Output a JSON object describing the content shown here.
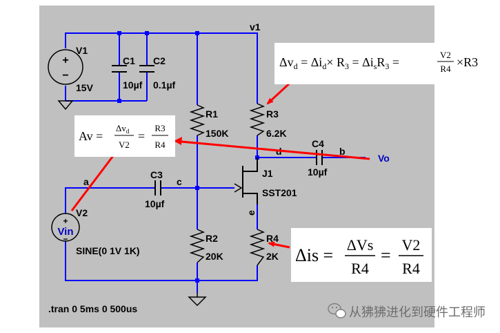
{
  "net_labels": {
    "v1": "v1",
    "a": "a",
    "b": "b",
    "c": "c",
    "d": "d",
    "e": "e",
    "vo": "Vo"
  },
  "sources": {
    "v1": {
      "name": "V1",
      "value": "15V",
      "plus": "+",
      "minus": "−"
    },
    "v2": {
      "name": "V2",
      "label": "Vin",
      "value": "SINE(0 1V 1K)",
      "plus": "+",
      "minus": "−"
    }
  },
  "capacitors": {
    "c1": {
      "name": "C1",
      "value": "10µf"
    },
    "c2": {
      "name": "C2",
      "value": "0.1µf"
    },
    "c3": {
      "name": "C3",
      "value": "10µf"
    },
    "c4": {
      "name": "C4",
      "value": "10µf"
    }
  },
  "resistors": {
    "r1": {
      "name": "R1",
      "value": "150K"
    },
    "r2": {
      "name": "R2",
      "value": "20K"
    },
    "r3": {
      "name": "R3",
      "value": "6.2K"
    },
    "r4": {
      "name": "R4",
      "value": "2K"
    }
  },
  "transistor": {
    "name": "J1",
    "model": "SST201"
  },
  "directive": ".tran 0 5ms 0 500us",
  "annotations": {
    "eq_top": {
      "lhs": "Δv",
      "lhs_sub": "d",
      "eq1": " = Δi",
      "eq1_sub": "d",
      "eq2": "× R",
      "eq2_sub": "3",
      "eq3": " = Δi",
      "eq3_sub": "s",
      "eq4": "R",
      "eq4_sub": "3",
      "eq5": " =",
      "frac_num": "V2",
      "frac_den": "R4",
      "tail": "×R3"
    },
    "eq_gain": {
      "lhs": "Av =",
      "f1_num": "Δv",
      "f1_num_sub": "d",
      "f1_den": "V2",
      "eq": "=",
      "f2_num": "R3",
      "f2_den": "R4"
    },
    "eq_is": {
      "lhs": "Δis =",
      "f1_num": "ΔVs",
      "f1_den": "R4",
      "eq": "=",
      "f2_num": "V2",
      "f2_den": "R4"
    }
  },
  "watermark": "从狒狒进化到硬件工程师",
  "colors": {
    "background": "#c0c0c0",
    "wire": "#0000ff",
    "component": "#000000",
    "arrow": "#ff0000",
    "label_blue": "#0000c0"
  }
}
